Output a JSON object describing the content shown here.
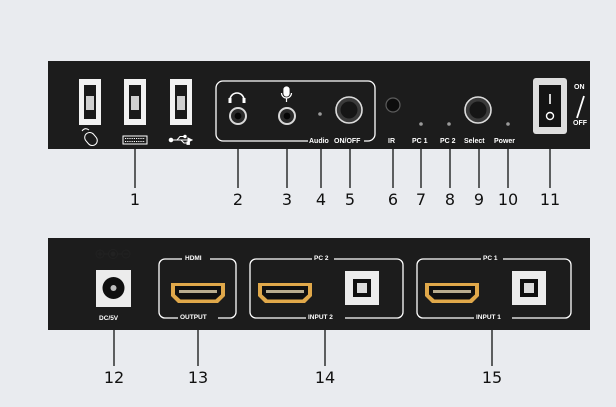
{
  "top_panel": {
    "audio_label": "Audio",
    "onoff_label": "ON/OFF",
    "ir_label": "IR",
    "pc1_label": "PC 1",
    "pc2_label": "PC 2",
    "select_label": "Select",
    "power_label": "Power",
    "switch_on": "ON",
    "switch_off": "OFF"
  },
  "bottom_panel": {
    "dc_label": "DC/5V",
    "hdmi_label": "HDMI",
    "output_label": "OUTPUT",
    "pc2_label": "PC 2",
    "input2_label": "INPUT 2",
    "pc1_label": "PC 1",
    "input1_label": "INPUT 1"
  },
  "callouts": [
    "1",
    "2",
    "3",
    "4",
    "5",
    "6",
    "7",
    "8",
    "9",
    "10",
    "11",
    "12",
    "13",
    "14",
    "15"
  ],
  "colors": {
    "background": "#e9ebef",
    "panel": "#1b1b1b",
    "outline": "#ffffff",
    "hdmi_gold": "#e0a84a"
  },
  "icons": [
    "mouse-icon",
    "keyboard-icon",
    "usb-icon",
    "headphone-icon",
    "microphone-icon",
    "polarity-icon"
  ]
}
